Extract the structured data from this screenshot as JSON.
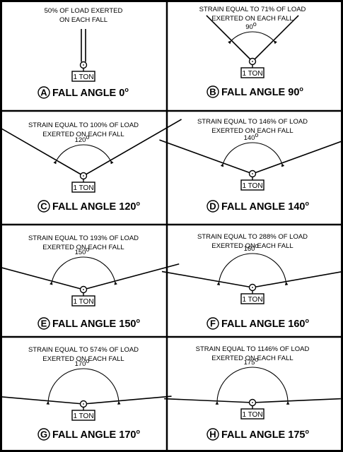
{
  "colors": {
    "ink": "#000000",
    "paper": "#ffffff"
  },
  "panels": [
    {
      "letter": "A",
      "caption": [
        "50% OF LOAD EXERTED",
        "ON EACH FALL"
      ],
      "title": "FALL ANGLE 0",
      "degree": "o",
      "angle_label": "",
      "angle": 0,
      "load": "1 TON"
    },
    {
      "letter": "B",
      "caption": [
        "STRAIN EQUAL TO 71% OF LOAD",
        "EXERTED ON EACH FALL"
      ],
      "title": "FALL ANGLE 90",
      "degree": "o",
      "angle_label": "90",
      "angle": 90,
      "load": "1 TON"
    },
    {
      "letter": "C",
      "caption": [
        "STRAIN EQUAL TO 100% OF LOAD",
        "EXERTED ON EACH FALL"
      ],
      "title": "FALL ANGLE 120",
      "degree": "o",
      "angle_label": "120",
      "angle": 120,
      "load": "1 TON"
    },
    {
      "letter": "D",
      "caption": [
        "STRAIN EQUAL TO 146% OF LOAD",
        "EXERTED ON EACH FALL"
      ],
      "title": "FALL ANGLE 140",
      "degree": "o",
      "angle_label": "140",
      "angle": 140,
      "load": "1 TON"
    },
    {
      "letter": "E",
      "caption": [
        "STRAIN EQUAL TO 193% OF LOAD",
        "EXERTED ON EACH FALL"
      ],
      "title": "FALL ANGLE 150",
      "degree": "o",
      "angle_label": "150",
      "angle": 150,
      "load": "1 TON"
    },
    {
      "letter": "F",
      "caption": [
        "STRAIN EQUAL TO 288% OF LOAD",
        "EXERTED ON EACH FALL"
      ],
      "title": "FALL ANGLE 160",
      "degree": "o",
      "angle_label": "160",
      "angle": 160,
      "load": "1 TON"
    },
    {
      "letter": "G",
      "caption": [
        "STRAIN EQUAL TO 574% OF LOAD",
        "EXERTED ON EACH FALL"
      ],
      "title": "FALL ANGLE 170",
      "degree": "o",
      "angle_label": "170",
      "angle": 170,
      "load": "1 TON"
    },
    {
      "letter": "H",
      "caption": [
        "STRAIN EQUAL TO 1146% OF LOAD",
        "EXERTED ON EACH FALL"
      ],
      "title": "FALL ANGLE 175",
      "degree": "o",
      "angle_label": "175",
      "angle": 175,
      "load": "1 TON"
    }
  ]
}
